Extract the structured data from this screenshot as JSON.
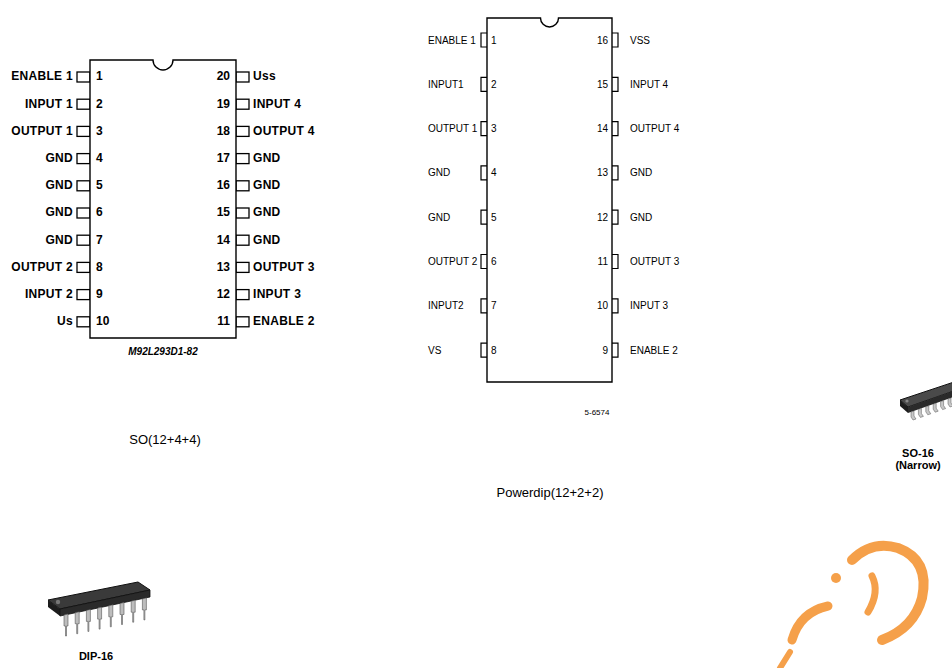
{
  "diagram": {
    "nodes": [
      {
        "text": [
          "1",
          "20",
          "2",
          "19",
          "3",
          "18",
          "4",
          "17",
          "5",
          "16",
          "6",
          "15",
          "7",
          "14",
          "8",
          "13",
          "9",
          "12",
          "10",
          "11"
        ]
      },
      {
        "text": [
          "1",
          "16",
          "2",
          "15",
          "3",
          "14",
          "4",
          "13",
          "5",
          "12",
          "6",
          "11",
          "7",
          "10",
          "8",
          "9"
        ]
      }
    ],
    "labels": [
      "ENABLE 1",
      "Uss",
      "INPUT 1",
      "INPUT 4",
      "OUTPUT 1",
      "OUTPUT 4",
      "GND",
      "GND",
      "GND",
      "GND",
      "GND",
      "GND",
      "GND",
      "GND",
      "OUTPUT 2",
      "OUTPUT 3",
      "INPUT 2",
      "INPUT 3",
      "Us",
      "ENABLE 2",
      "M92L293D1-82",
      "SO(12+4+4)",
      "ENABLE 1",
      "VSS",
      "INPUT1",
      "INPUT 4",
      "OUTPUT 1",
      "OUTPUT 4",
      "GND",
      "GND",
      "GND",
      "GND",
      "OUTPUT 2",
      "OUTPUT 3",
      "INPUT2",
      "INPUT 3",
      "VS",
      "ENABLE 2",
      "5-6574",
      "Powerdip(12+2+2)",
      "SO-16 (Narrow)",
      "DIP-16"
    ]
  }
}
